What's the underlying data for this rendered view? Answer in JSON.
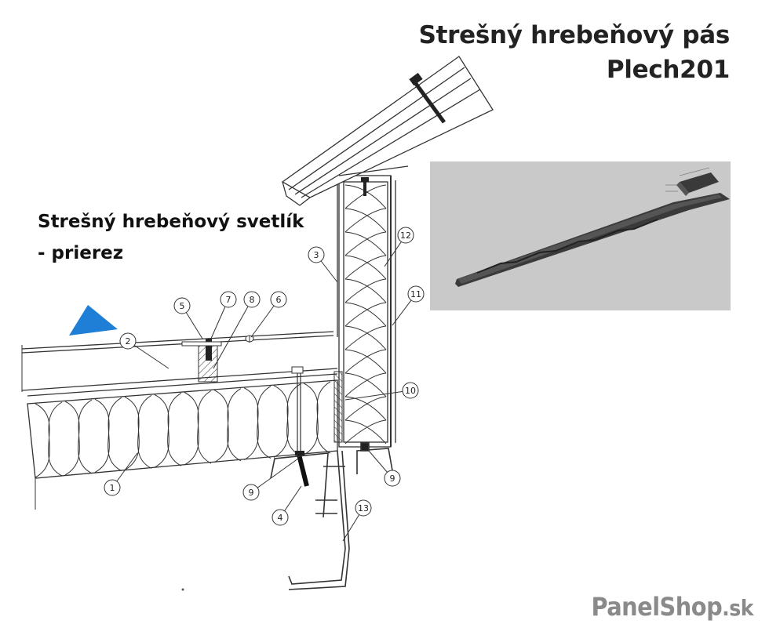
{
  "title": {
    "line1": "Strešný hrebeňový pás",
    "line2": "Plech201"
  },
  "subtitle": {
    "line1": "Strešný hrebeňový svetlík",
    "line2": "- prierez"
  },
  "brand": {
    "name": "PanelShop",
    "domain": ".sk"
  },
  "callouts": [
    "1",
    "2",
    "3",
    "4",
    "5",
    "6",
    "7",
    "8",
    "9",
    "9",
    "10",
    "11",
    "12",
    "13"
  ],
  "colors": {
    "line": "#333333",
    "accent_triangle": "#1f7fd6",
    "render_bg": "#c9c9c9",
    "render_part": "#3a3a3a",
    "brand": "#8a8a8a"
  }
}
